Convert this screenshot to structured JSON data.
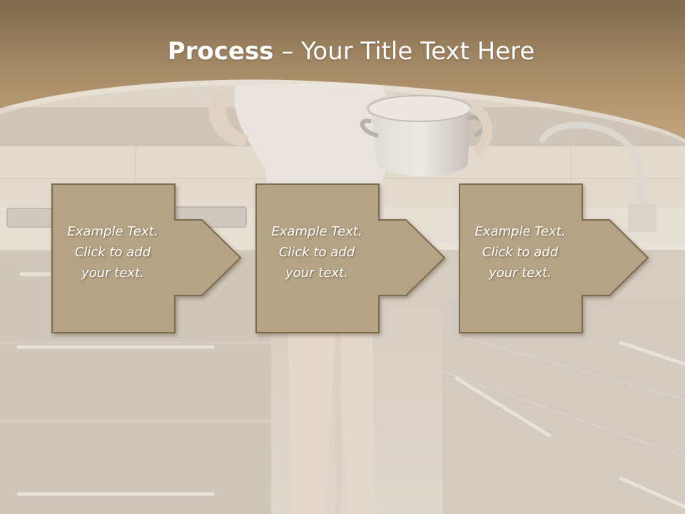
{
  "slide": {
    "title_bold": "Process",
    "title_rest": " – Your Title Text Here"
  },
  "steps": [
    {
      "line1": "Example Text.",
      "line2": "Click  to add",
      "line3": "your text."
    },
    {
      "line1": "Example Text.",
      "line2": "Click  to add",
      "line3": "your text."
    },
    {
      "line1": "Example Text.",
      "line2": "Click  to add",
      "line3": "your text."
    }
  ],
  "colors": {
    "header": "#a58a66",
    "box_fill": "#b5a386",
    "box_stroke": "#7e6a4f",
    "text": "#ffffff"
  }
}
